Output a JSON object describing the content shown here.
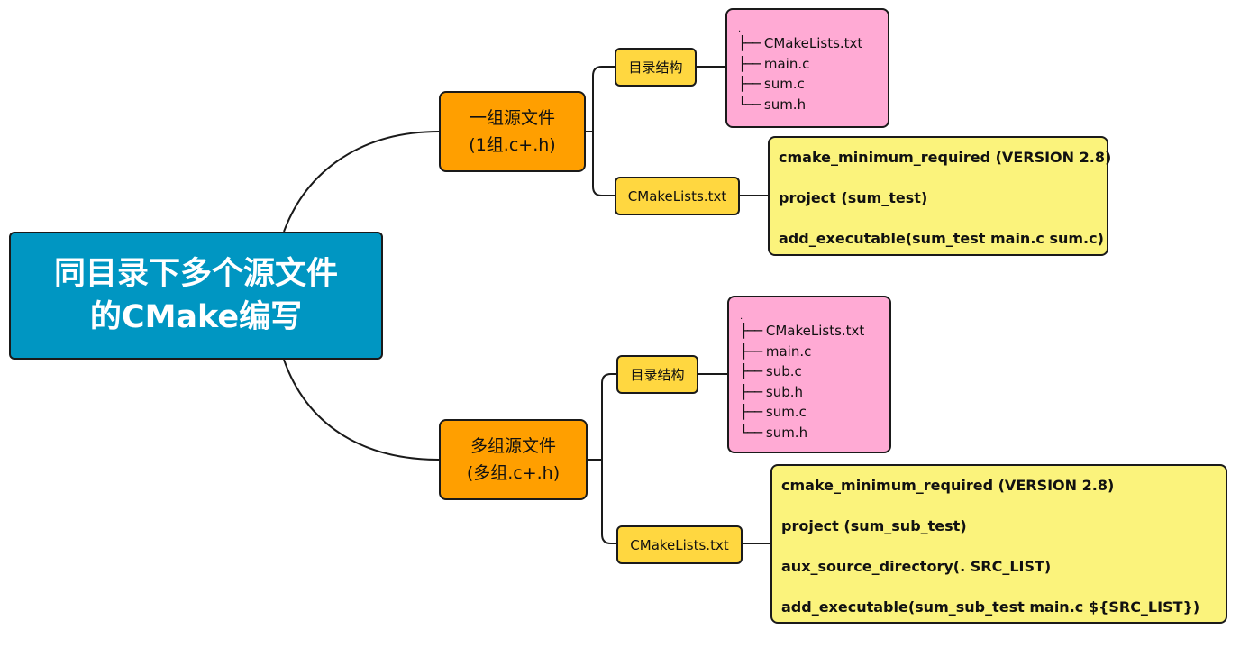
{
  "central_topic": {
    "line1": "同目录下多个源文件",
    "line2": "的CMake编写"
  },
  "branches": [
    {
      "title_line1": "一组源文件",
      "title_line2": "(1组.c+.h)",
      "dir_label": "目录结构",
      "tree_root": ".",
      "tree_items": [
        {
          "branch": "├──",
          "name": "CMakeLists.txt"
        },
        {
          "branch": "├──",
          "name": "main.c"
        },
        {
          "branch": "├──",
          "name": "sum.c"
        },
        {
          "branch": "└──",
          "name": "sum.h"
        }
      ],
      "cmake_label": "CMakeLists.txt",
      "cmake_lines": [
        "cmake_minimum_required (VERSION 2.8)",
        "project (sum_test)",
        "add_executable(sum_test main.c sum.c)"
      ]
    },
    {
      "title_line1": "多组源文件",
      "title_line2": "(多组.c+.h)",
      "dir_label": "目录结构",
      "tree_root": ".",
      "tree_items": [
        {
          "branch": "├──",
          "name": "CMakeLists.txt"
        },
        {
          "branch": "├──",
          "name": "main.c"
        },
        {
          "branch": "├──",
          "name": "sub.c"
        },
        {
          "branch": "├──",
          "name": "sub.h"
        },
        {
          "branch": "├──",
          "name": "sum.c"
        },
        {
          "branch": "└──",
          "name": "sum.h"
        }
      ],
      "cmake_label": "CMakeLists.txt",
      "cmake_lines": [
        "cmake_minimum_required (VERSION 2.8)",
        "project (sum_sub_test)",
        "aux_source_directory(. SRC_LIST)",
        "add_executable(sum_sub_test main.c ${SRC_LIST})"
      ]
    }
  ],
  "colors": {
    "central": "#0096c2",
    "main_topic": "#ff9f00",
    "sub_topic": "#ffd740",
    "tree_box": "#ffaad4",
    "code_box": "#fbf37c",
    "connector": "#1a1a1a"
  }
}
